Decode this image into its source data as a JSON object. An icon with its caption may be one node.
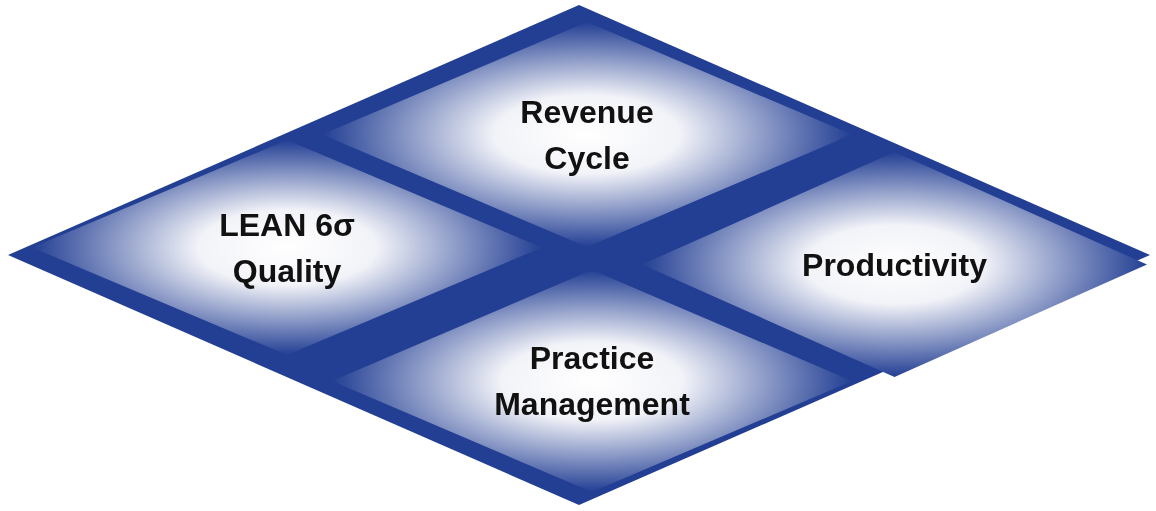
{
  "diagram": {
    "nodes": [
      {
        "text": [],
        "shape": "diamond"
      },
      {
        "text": [
          "Revenue Cycle"
        ],
        "in": 0
      },
      {
        "text": [
          "LEAN 6σ Quality"
        ],
        "in": 0
      },
      {
        "text": [
          "Productivity"
        ],
        "in": 0
      },
      {
        "text": [
          "Practice Management"
        ],
        "in": 0
      }
    ]
  }
}
